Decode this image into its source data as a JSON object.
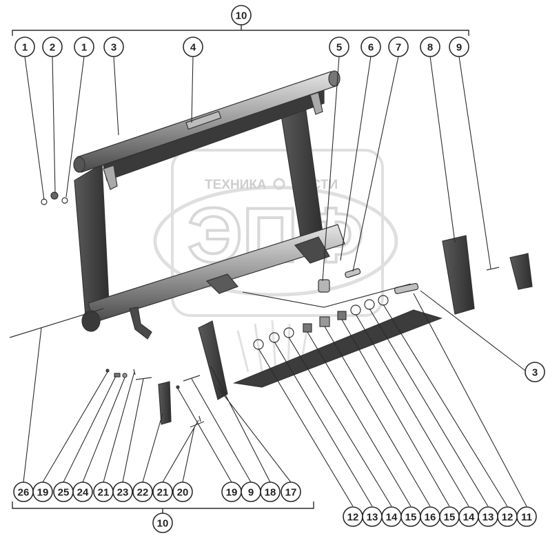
{
  "watermark": {
    "line1": "ТЕХНИКА",
    "line2": "ЧАСТИ",
    "big": "ЭПФ"
  },
  "callouts_top": [
    "1",
    "2",
    "1",
    "3",
    "4",
    "5",
    "6",
    "7",
    "8",
    "9"
  ],
  "group_label_top": "10",
  "callout_right": "3",
  "callouts_bottom_left": [
    "26",
    "19",
    "25",
    "24",
    "21",
    "23",
    "22",
    "21",
    "20"
  ],
  "callouts_bottom_mid": [
    "19",
    "9",
    "18",
    "17"
  ],
  "group_label_bottom": "10",
  "callouts_bottom_right": [
    "12",
    "13",
    "14",
    "15",
    "16",
    "15",
    "14",
    "13",
    "12",
    "11"
  ],
  "colors": {
    "part_dark": "#3c3c3c",
    "part_mid": "#8a8a8a",
    "part_light": "#c8c8c8",
    "watermark": "#d6d6d6"
  }
}
